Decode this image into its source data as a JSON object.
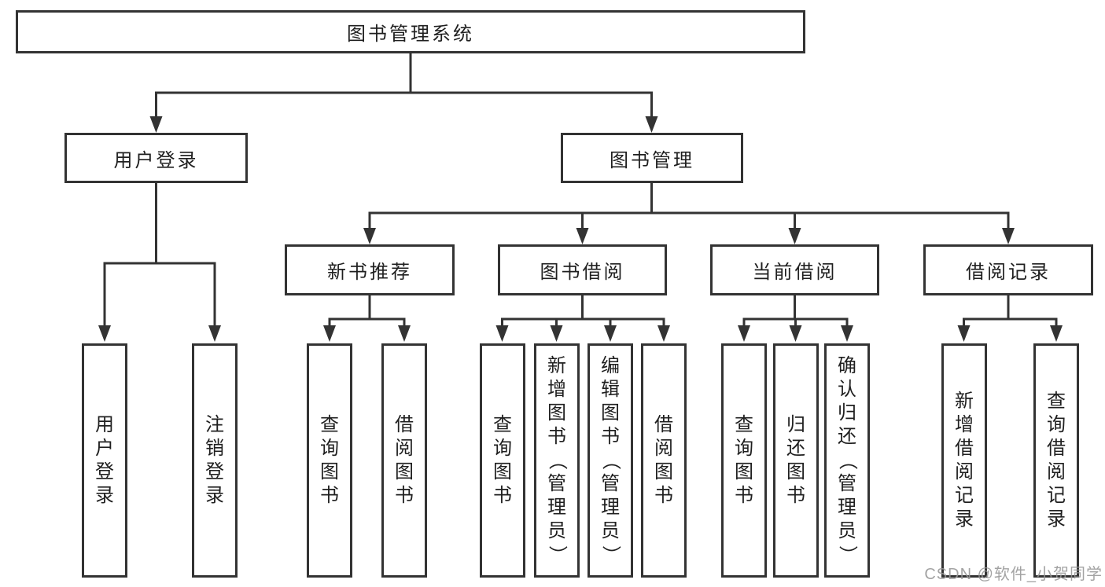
{
  "diagram": {
    "root": {
      "label": "图书管理系统"
    },
    "branches": [
      {
        "label": "用户登录",
        "children": [
          {
            "label": "用户登录"
          },
          {
            "label": "注销登录"
          }
        ]
      },
      {
        "label": "图书管理",
        "children": [
          {
            "label": "新书推荐",
            "children": [
              {
                "label": "查询图书"
              },
              {
                "label": "借阅图书"
              }
            ]
          },
          {
            "label": "图书借阅",
            "children": [
              {
                "label": "查询图书"
              },
              {
                "label": "新增图书（管理员）"
              },
              {
                "label": "编辑图书（管理员）"
              },
              {
                "label": "借阅图书"
              }
            ]
          },
          {
            "label": "当前借阅",
            "children": [
              {
                "label": "查询图书"
              },
              {
                "label": "归还图书"
              },
              {
                "label": "确认归还（管理员）"
              }
            ]
          },
          {
            "label": "借阅记录",
            "children": [
              {
                "label": "新增借阅记录"
              },
              {
                "label": "查询借阅记录"
              }
            ]
          }
        ]
      }
    ]
  },
  "watermark": {
    "text": "CSDN @软件_小贺同学"
  },
  "colors": {
    "line": "#333333",
    "text": "#1f1f1f",
    "background": "#ffffff",
    "watermark": "#979797"
  }
}
